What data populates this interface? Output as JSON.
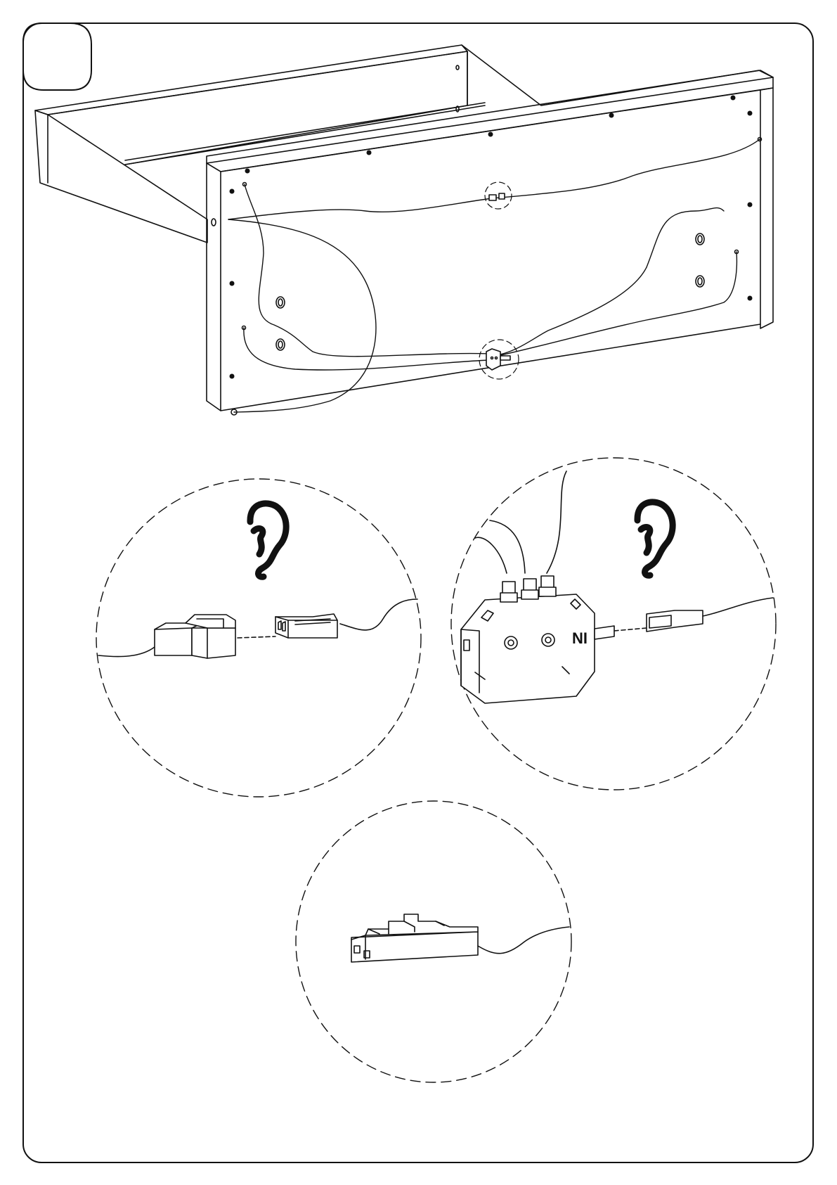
{
  "page": {
    "step_number": "",
    "background": "#ffffff",
    "line_color": "#111111"
  },
  "detail_views": [
    {
      "name": "connector-plug-detail",
      "label": "",
      "shows_listen_icon": true
    },
    {
      "name": "junction-box-detail",
      "label": "NI",
      "shows_listen_icon": true
    },
    {
      "name": "single-connector-detail",
      "label": "",
      "shows_listen_icon": false
    }
  ],
  "icons": {
    "listen": "ear-icon",
    "wire": "cable",
    "junction": "junction-box-icon"
  }
}
